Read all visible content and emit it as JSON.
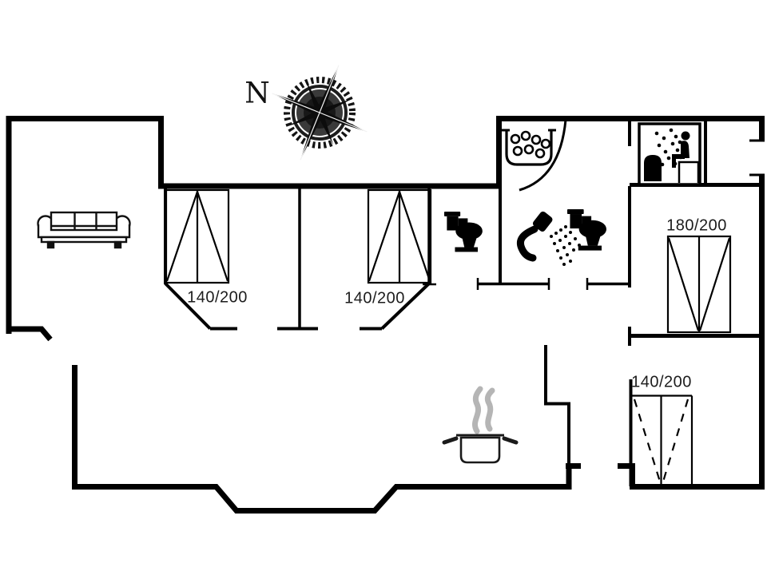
{
  "plan": {
    "type": "holiday-home-floor-plan",
    "compass": {
      "north_label": "N"
    },
    "beds": {
      "bed1": {
        "label": "140/200"
      },
      "bed2": {
        "label": "140/200"
      },
      "bed3": {
        "label": "180/200"
      },
      "bed4": {
        "label": "140/200"
      }
    },
    "icons": [
      "compass-rose-icon",
      "sofa-icon",
      "whirlpool-icon",
      "sauna-icon",
      "toilet-icon",
      "shower-icon",
      "toilet-icon",
      "cooking-pot-icon",
      "door-swing-arc"
    ],
    "colors": {
      "wall": "#000000",
      "background": "#ffffff",
      "steam_gray": "#b5b5b5",
      "label_text": "#1c1c1c"
    }
  }
}
